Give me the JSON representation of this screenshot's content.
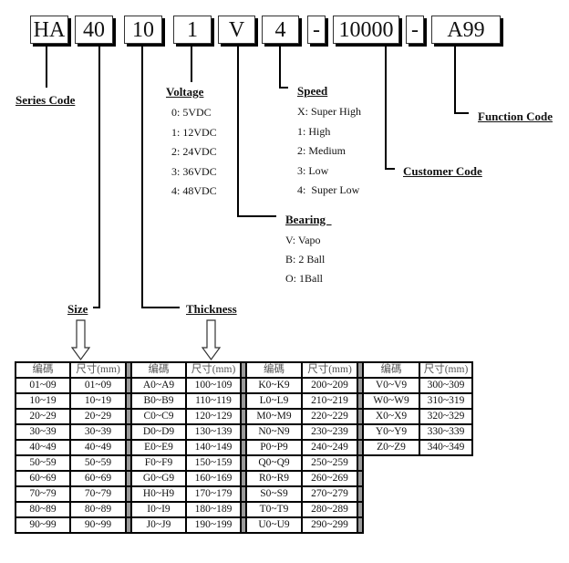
{
  "code_parts": [
    {
      "id": "series",
      "text": "HA"
    },
    {
      "id": "size",
      "text": "40"
    },
    {
      "id": "thickness",
      "text": "10"
    },
    {
      "id": "voltage",
      "text": "1"
    },
    {
      "id": "bearing",
      "text": "V"
    },
    {
      "id": "speed",
      "text": "4"
    },
    {
      "id": "dash1",
      "text": "-"
    },
    {
      "id": "customer",
      "text": "10000"
    },
    {
      "id": "dash2",
      "text": "-"
    },
    {
      "id": "function",
      "text": "A99"
    }
  ],
  "labels": {
    "series": "Series Code",
    "voltage": "Voltage",
    "speed": "Speed",
    "bearing": "Bearing  ",
    "customer": "Customer Code",
    "function": "Function Code",
    "size": "Size",
    "thickness": "Thickness"
  },
  "voltage_options": [
    "0: 5VDC",
    "1: 12VDC",
    "2: 24VDC",
    "3: 36VDC",
    "4: 48VDC"
  ],
  "speed_options": [
    "X: Super High",
    "1: High",
    "2: Medium",
    "3: Low",
    "4:  Super Low"
  ],
  "bearing_options": [
    "V: Vapo",
    "B: 2 Ball",
    "O: 1Ball"
  ],
  "table": {
    "headers": [
      "编碼",
      "尺寸(mm)"
    ],
    "groups": [
      [
        [
          "01~09",
          "01~09"
        ],
        [
          "10~19",
          "10~19"
        ],
        [
          "20~29",
          "20~29"
        ],
        [
          "30~39",
          "30~39"
        ],
        [
          "40~49",
          "40~49"
        ],
        [
          "50~59",
          "50~59"
        ],
        [
          "60~69",
          "60~69"
        ],
        [
          "70~79",
          "70~79"
        ],
        [
          "80~89",
          "80~89"
        ],
        [
          "90~99",
          "90~99"
        ]
      ],
      [
        [
          "A0~A9",
          "100~109"
        ],
        [
          "B0~B9",
          "110~119"
        ],
        [
          "C0~C9",
          "120~129"
        ],
        [
          "D0~D9",
          "130~139"
        ],
        [
          "E0~E9",
          "140~149"
        ],
        [
          "F0~F9",
          "150~159"
        ],
        [
          "G0~G9",
          "160~169"
        ],
        [
          "H0~H9",
          "170~179"
        ],
        [
          "I0~I9",
          "180~189"
        ],
        [
          "J0~J9",
          "190~199"
        ]
      ],
      [
        [
          "K0~K9",
          "200~209"
        ],
        [
          "L0~L9",
          "210~219"
        ],
        [
          "M0~M9",
          "220~229"
        ],
        [
          "N0~N9",
          "230~239"
        ],
        [
          "P0~P9",
          "240~249"
        ],
        [
          "Q0~Q9",
          "250~259"
        ],
        [
          "R0~R9",
          "260~269"
        ],
        [
          "S0~S9",
          "270~279"
        ],
        [
          "T0~T9",
          "280~289"
        ],
        [
          "U0~U9",
          "290~299"
        ]
      ],
      [
        [
          "V0~V9",
          "300~309"
        ],
        [
          "W0~W9",
          "310~319"
        ],
        [
          "X0~X9",
          "320~329"
        ],
        [
          "Y0~Y9",
          "330~339"
        ],
        [
          "Z0~Z9",
          "340~349"
        ]
      ]
    ]
  }
}
